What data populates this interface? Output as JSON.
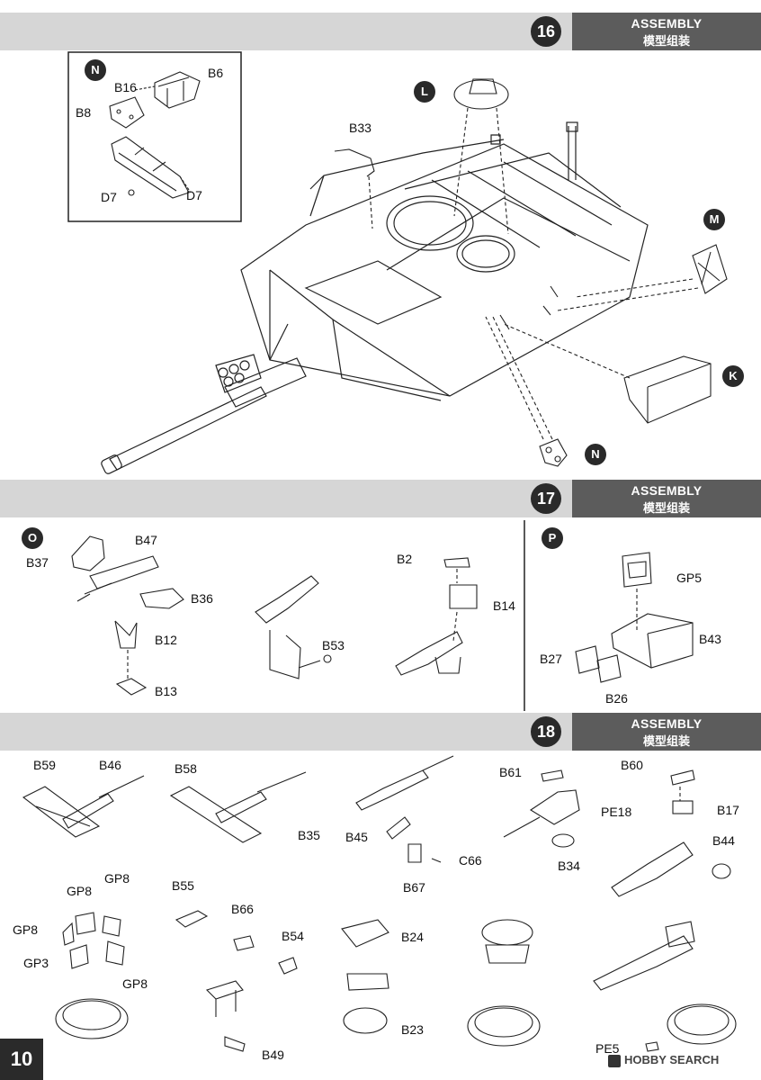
{
  "steps": [
    {
      "number": "16",
      "title_en": "ASSEMBLY",
      "title_zh": "模型组装"
    },
    {
      "number": "17",
      "title_en": "ASSEMBLY",
      "title_zh": "模型组装"
    },
    {
      "number": "18",
      "title_en": "ASSEMBLY",
      "title_zh": "模型组装"
    }
  ],
  "step16": {
    "inset_marker": "N",
    "inset_labels": [
      "B16",
      "B6",
      "B8",
      "D7",
      "D7"
    ],
    "markers": [
      "L",
      "M",
      "K",
      "N"
    ],
    "labels": [
      "B33"
    ]
  },
  "step17": {
    "markers": [
      "O",
      "P"
    ],
    "labels": [
      "B47",
      "B37",
      "B36",
      "B12",
      "B13",
      "B53",
      "B2",
      "B14",
      "GP5",
      "B43",
      "B27",
      "B26"
    ]
  },
  "step18": {
    "labels": [
      "B59",
      "B46",
      "B58",
      "B35",
      "B45",
      "C66",
      "B67",
      "B61",
      "B34",
      "B60",
      "PE18",
      "B17",
      "B44",
      "GP8",
      "GP8",
      "GP8",
      "GP3",
      "GP8",
      "B55",
      "B66",
      "B54",
      "B49",
      "B24",
      "B23",
      "PE5"
    ]
  },
  "page_number": "10",
  "watermark": "HOBBY SEARCH",
  "colors": {
    "band_light": "#d6d6d6",
    "band_dark": "#5c5c5c",
    "marker": "#2a2a2a"
  }
}
